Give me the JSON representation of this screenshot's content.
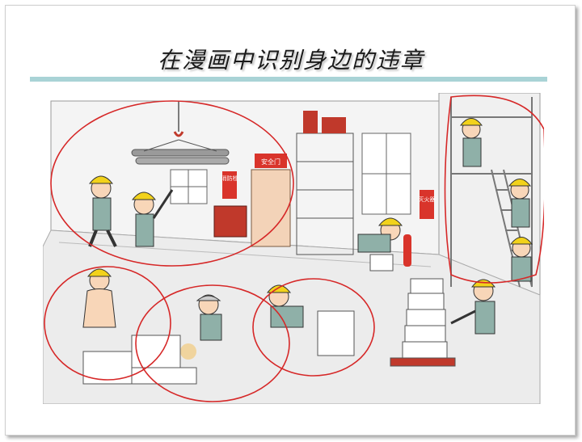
{
  "slide": {
    "title": "在漫画中识别身边的违章"
  },
  "signs": {
    "fire_hydrant": "消防栓",
    "safety_door": "安全门",
    "extinguisher": "灭火器"
  },
  "colors": {
    "title_rule": "#a9d3d6",
    "helmet": "#f2d21b",
    "circle": "#d62828",
    "uniform": "#8fb0a8",
    "sign_red": "#d9342b"
  }
}
